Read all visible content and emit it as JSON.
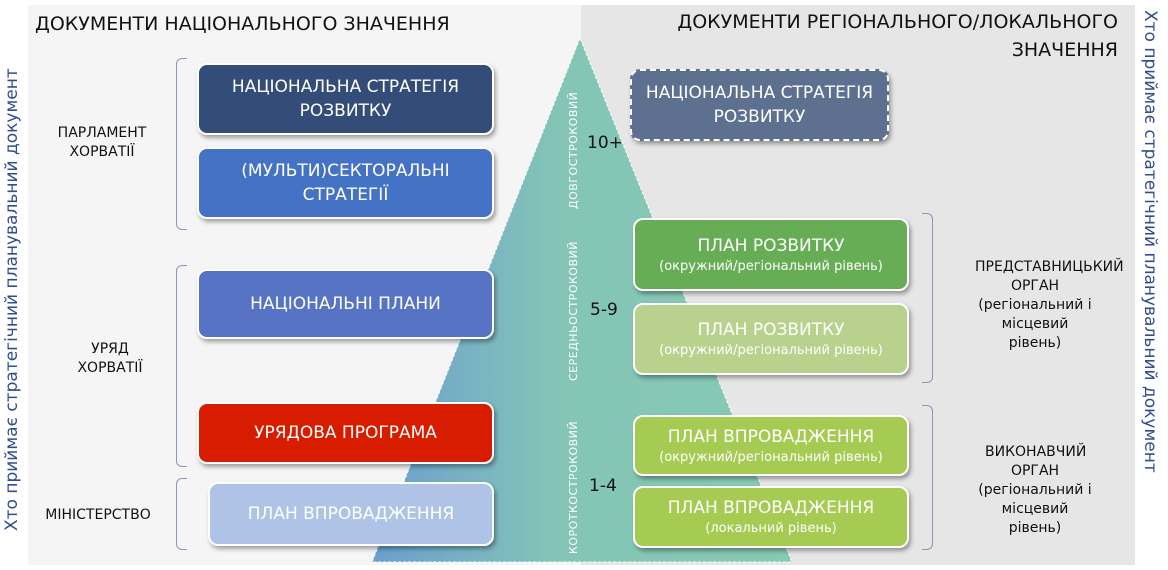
{
  "side_label": "Хто приймає стратегічний планувальний документ",
  "left": {
    "title": "ДОКУМЕНТИ НАЦІОНАЛЬНОГО ЗНАЧЕННЯ",
    "groups": [
      "ПАРЛАМЕНТ ХОРВАТІЇ",
      "УРЯД ХОРВАТІЇ",
      "МІНІСТЕРСТВО"
    ],
    "boxes": [
      "НАЦІОНАЛЬНА СТРАТЕГІЯ РОЗВИТКУ",
      "(МУЛЬТИ)СЕКТОРАЛЬНІ СТРАТЕГІЇ",
      "НАЦІОНАЛЬНІ ПЛАНИ",
      "УРЯДОВА ПРОГРАМА",
      "ПЛАН ВПРОВАДЖЕННЯ"
    ]
  },
  "right": {
    "title": "ДОКУМЕНТИ РЕГІОНАЛЬНОГО/ЛОКАЛЬНОГО ЗНАЧЕННЯ",
    "boxes": [
      {
        "title": "НАЦІОНАЛЬНА СТРАТЕГІЯ РОЗВИТКУ"
      },
      {
        "title": "ПЛАН РОЗВИТКУ",
        "sub": "(окружний/регіональний рівень)"
      },
      {
        "title": "ПЛАН РОЗВИТКУ",
        "sub": "(окружний/регіональний рівень)"
      },
      {
        "title": "ПЛАН ВПРОВАДЖЕННЯ",
        "sub": "(окружний/регіональний рівень)"
      },
      {
        "title": "ПЛАН ВПРОВАДЖЕННЯ",
        "sub": "(локальний рівень)"
      }
    ],
    "groups": [
      {
        "title": "ПРЕДСТАВНИЦЬКИЙ ОРГАН",
        "sub": "(регіональний і місцевий рівень)"
      },
      {
        "title": "ВИКОНАВЧИЙ ОРГАН",
        "sub": "(регіональний і місцевий рівень)"
      }
    ]
  },
  "terms": [
    {
      "label": "ДОВГОСТРОКОВИЙ",
      "years": "10+"
    },
    {
      "label": "СЕРЕДНЬОСТРОКОВИЙ",
      "years": "5-9"
    },
    {
      "label": "КОРОТКОСТРОКОВИЙ",
      "years": "1-4"
    }
  ]
}
